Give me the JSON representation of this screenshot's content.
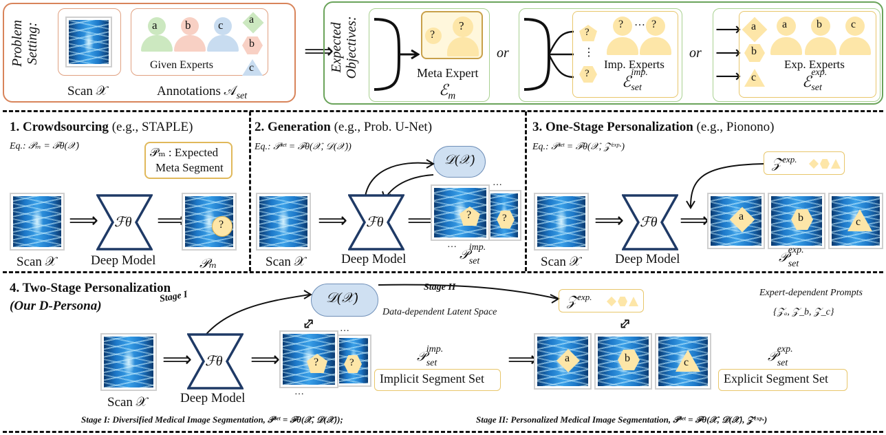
{
  "top": {
    "problem_setting": "Problem Setting:",
    "scan_label": "Scan 𝒳",
    "given_experts": "Given Experts",
    "expert_letters": [
      "a",
      "b",
      "c"
    ],
    "annotations_label": "Annotations 𝒜",
    "annotations_sub": "set",
    "expected_objectives": "Expected Objectives:",
    "meta_expert": "Meta Expert",
    "meta_symbol": "ℰ",
    "meta_sub": "m",
    "or": "or",
    "imp_experts": "Imp. Experts",
    "imp_symbol": "ℰ",
    "imp_sup": "imp.",
    "set_sub": "set",
    "exp_experts": "Exp. Experts",
    "exp_symbol": "ℰ",
    "exp_sup": "exp.",
    "question": "?",
    "ellipsis": "…",
    "vdots": "⋮"
  },
  "p1": {
    "title_num": "1. Crowdsourcing",
    "title_eg": "(e.g., STAPLE)",
    "eq": "Eq.: 𝒫ₘ = ℱθ(𝒳)",
    "legend1": "𝒫ₘ : Expected",
    "legend2": "Meta Segment",
    "scan": "Scan 𝒳",
    "model": "Deep Model",
    "out": "𝒫ₘ",
    "f": "ℱθ"
  },
  "p2": {
    "title_num": "2. Generation",
    "title_eg": "(e.g., Prob. U-Net)",
    "eq": "Eq.: 𝒫ˢᵉᵗ = ℱθ(𝒳, 𝒟(𝒳))",
    "eq_sup": "imp.",
    "cloud": "𝒟(𝒳)",
    "scan": "Scan 𝒳",
    "model": "Deep Model",
    "out": "𝒫",
    "out_sup": "imp.",
    "out_sub": "set",
    "f": "ℱθ"
  },
  "p3": {
    "title_num": "3. One-Stage Personalization",
    "title_eg": "(e.g., Pionono)",
    "eq": "Eq.: 𝒫ˢᵉᵗ = ℱθ(𝒳, 𝒵ᵉˣᵖ·)",
    "z": "𝒵",
    "z_sup": "exp.",
    "scan": "Scan 𝒳",
    "model": "Deep Model",
    "out": "𝒫",
    "out_sup": "exp.",
    "out_sub": "set",
    "letters": [
      "a",
      "b",
      "c"
    ],
    "f": "ℱθ"
  },
  "p4": {
    "title1": "4. Two-Stage Personalization",
    "title2": "(Our D-Persona)",
    "stage1": "Stage I",
    "stage2": "Stage II",
    "cloud": "𝒟(𝒳)",
    "latent": "Data-dependent Latent Space",
    "z": "𝒵",
    "z_sup": "exp.",
    "prompts": "Expert-dependent Prompts",
    "prompt_set": "{𝒵ₐ, 𝒵_b, 𝒵_c}",
    "scan": "Scan 𝒳",
    "model": "Deep Model",
    "imp_label": "Implicit Segment Set",
    "exp_label": "Explicit Segment Set",
    "p": "𝒫",
    "imp": "imp.",
    "exp": "exp.",
    "set": "set",
    "letters": [
      "a",
      "b",
      "c"
    ],
    "foot1": "Stage I: Diversified Medical Image Segmentation, 𝒫ˢᵉᵗ = ℱθ(𝒳, 𝒟(𝒳));",
    "foot2": "Stage II: Personalized Medical Image Segmentation, 𝒫ˢᵉᵗ = ℱθ(𝒳, 𝒟(𝒳), 𝒵ᵉˣᵖ·)",
    "f": "ℱθ"
  },
  "colors": {
    "orange_border": "#d8845a",
    "green_border": "#6aa35a",
    "yellow_border": "#e8c66a",
    "expert_yellow": "#fde6a8",
    "model_blue": "#1f3a66"
  }
}
